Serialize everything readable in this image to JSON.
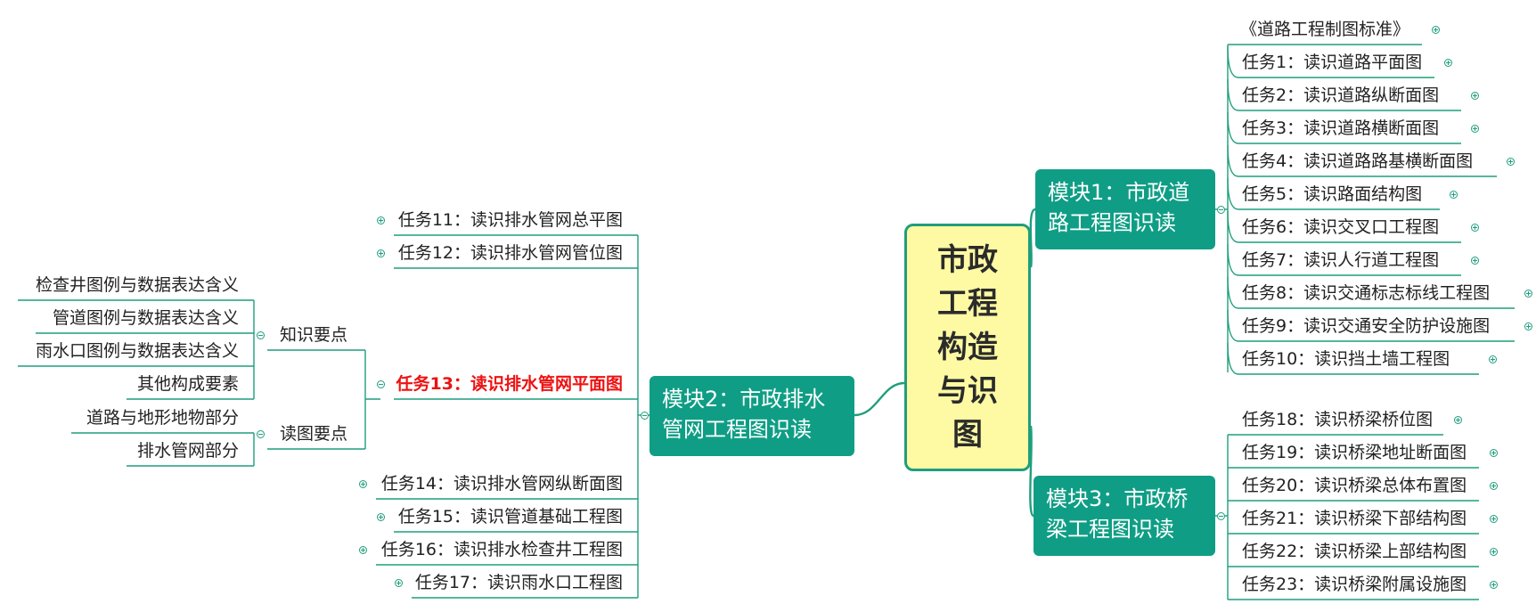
{
  "central": {
    "label": "市政工程构造与识图"
  },
  "modules": [
    {
      "id": "m1",
      "label": "模块1：市政道路工程图识读",
      "tasks": [
        "《道路工程制图标准》",
        "任务1：读识道路平面图",
        "任务2：读识道路纵断面图",
        "任务3：读识道路横断面图",
        "任务4：读识道路路基横断面图",
        "任务5：读识路面结构图",
        "任务6：读识交叉口工程图",
        "任务7：读识人行道工程图",
        "任务8：读识交通标志标线工程图",
        "任务9：读识交通安全防护设施图",
        "任务10：读识挡土墙工程图"
      ]
    },
    {
      "id": "m2",
      "label": "模块2：市政排水管网工程图识读",
      "tasks": [
        "任务11：读识排水管网总平图",
        "任务12：读识排水管网管位图",
        "任务13：读识排水管网平面图",
        "任务14：读识排水管网纵断面图",
        "任务15：读识管道基础工程图",
        "任务16：读识排水检查井工程图",
        "任务17：读识雨水口工程图"
      ],
      "highlight_task": 2,
      "highlight_color": "#ee1111",
      "subtopics": [
        {
          "label": "知识要点",
          "leaves": [
            "检查井图例与数据表达含义",
            "管道图例与数据表达含义",
            "雨水口图例与数据表达含义",
            "其他构成要素"
          ]
        },
        {
          "label": "读图要点",
          "leaves": [
            "道路与地形地物部分",
            "排水管网部分"
          ]
        }
      ]
    },
    {
      "id": "m3",
      "label": "模块3：市政桥梁工程图识读",
      "tasks": [
        "任务18：读识桥梁桥位图",
        "任务19：读识桥梁地址断面图",
        "任务20：读识桥梁总体布置图",
        "任务21：读识桥梁下部结构图",
        "任务22：读识桥梁上部结构图",
        "任务23：读识桥梁附属设施图"
      ]
    }
  ],
  "colors": {
    "line": "#1f9e7d",
    "module_fill": "#0f9e85",
    "central_fill": "#fdfaa3",
    "highlight": "#ee1111"
  }
}
